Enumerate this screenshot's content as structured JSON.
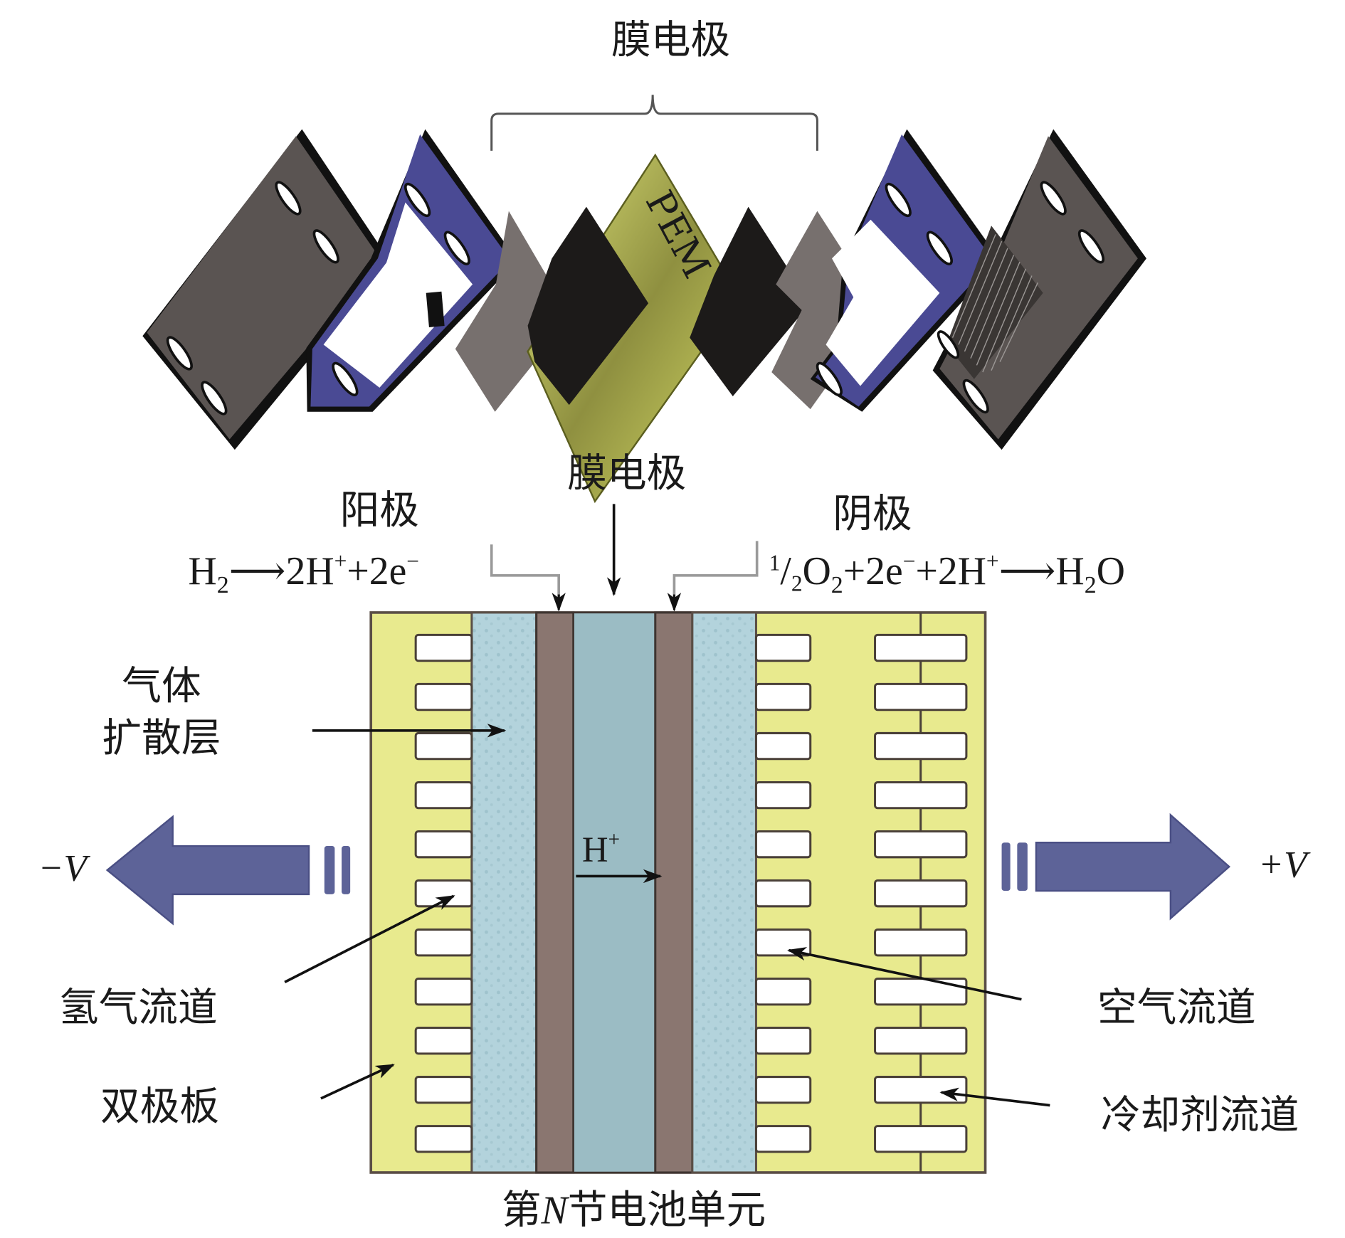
{
  "figure": {
    "top_title": "膜电极",
    "pem_label": "PEM",
    "mid_label": "膜电极",
    "anode_label": "阳极",
    "cathode_label": "阴极",
    "anode_eq": {
      "lhs": "H",
      "lhs_sub": "2",
      "arrow": "⟶",
      "rhs": "2H",
      "rhs_sup": "+",
      "rhs2": "+2e",
      "rhs2_sup": "−"
    },
    "cathode_eq": {
      "frac_num": "1",
      "frac_den": "2",
      "o": "O",
      "o_sub": "2",
      "plus_e": "+2e",
      "e_sup": "−",
      "plus_h": "+2H",
      "h_sup": "+",
      "arrow": "⟶",
      "product": "H",
      "product_sub": "2",
      "product_tail": "O"
    },
    "gdl_label_line1": "气体",
    "gdl_label_line2": "扩散层",
    "h2_channel_label": "氢气流道",
    "bipolar_plate_label": "双极板",
    "air_channel_label": "空气流道",
    "coolant_channel_label": "冷却剂流道",
    "proton_label": "H",
    "proton_sup": "+",
    "neg_terminal": "−V",
    "pos_terminal": "+V",
    "cell_caption_pre": "第",
    "cell_caption_n": "N",
    "cell_caption_post": "节电池单元",
    "channel_rows": 11
  },
  "colors": {
    "plate_gray": "#5a5452",
    "frame_blue": "#4a4a94",
    "gdl_gray": "#77706e",
    "catalyst_black": "#1c1a19",
    "pem_yellow": "#c9cf5a",
    "bipolar_yellow": "#e8ea8e",
    "gdl_blue": "#b3d3dc",
    "catalyst_brown": "#8a7670",
    "membrane_blue": "#9bbcc4",
    "arrow_blue": "#5d6398"
  }
}
